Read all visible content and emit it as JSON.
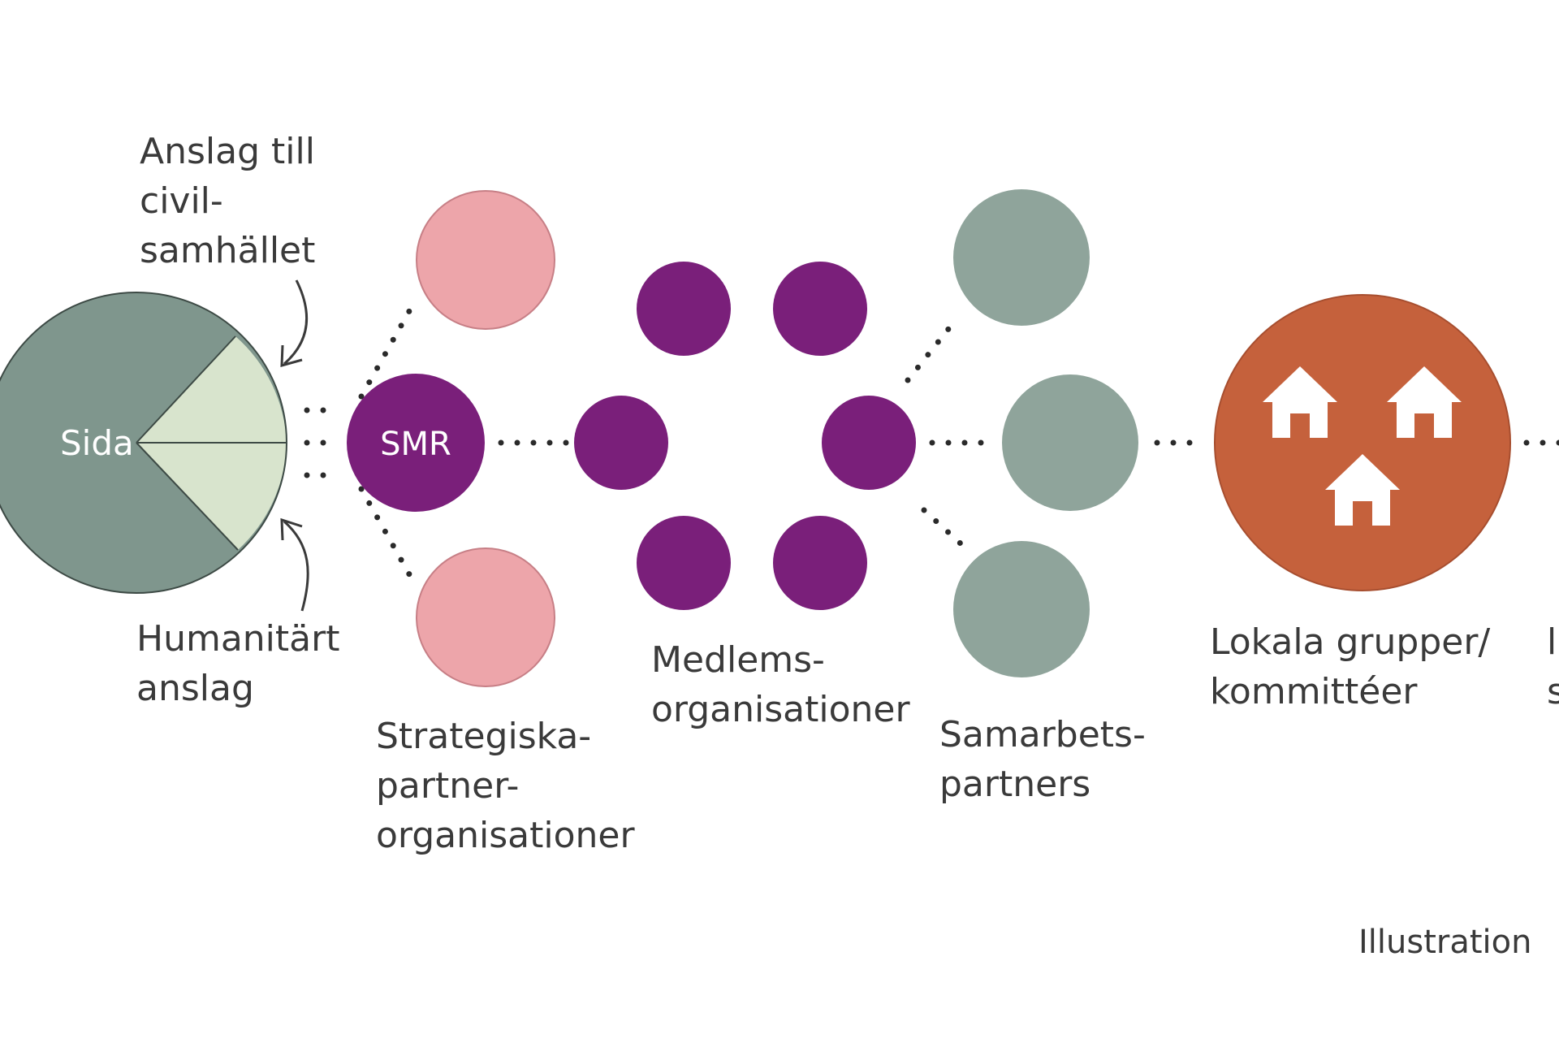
{
  "colors": {
    "sida_dark": "#7f968d",
    "sida_light": "#d8e4cd",
    "smr_purple": "#7a1f7a",
    "strategic_pink": "#eda5aa",
    "partner_gray": "#8fa49b",
    "local_orange": "#c5613c",
    "dots": "#2a2a2a",
    "text": "#3a3a3a"
  },
  "nodes": {
    "sida": "Sida",
    "smr": "SMR"
  },
  "labels": {
    "anslag_civil": [
      "Anslag till",
      "civil-",
      "samhället"
    ],
    "humanitart": [
      "Humanitärt",
      "anslag"
    ],
    "strategiska": [
      "Strategiska-",
      "partner-",
      "organisationer"
    ],
    "medlems": [
      "Medlems-",
      "organisationer"
    ],
    "samarbets": [
      "Samarbets-",
      "partners"
    ],
    "lokala": [
      "Lokala grupper/",
      "kommittéer"
    ],
    "cut_right": [
      "l",
      "s"
    ],
    "illustration": "Illustration"
  },
  "icons": {
    "arrows": "curved-arrow-icon",
    "houses": "house-icon"
  }
}
